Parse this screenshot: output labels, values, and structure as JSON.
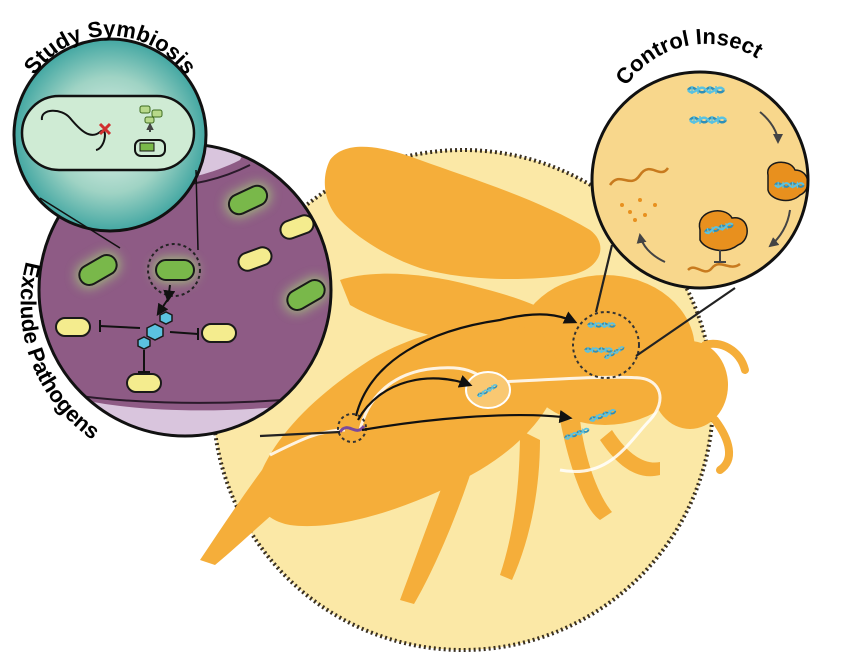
{
  "labels": {
    "study_symbiosis": "Study Symbiosis",
    "exclude_pathogens": "Exclude Pathogens",
    "control_insect": "Control Insect"
  },
  "colors": {
    "bee_body": "#F5AE3A",
    "bee_shadow": "#E89E2A",
    "background_disc": "#FBE8A6",
    "symbiosis_bg": "#2C9C9A",
    "gut_panel": "#8E5B85",
    "gut_panel_light": "#D9C5DD",
    "control_panel": "#F8D78C",
    "bacteria_green": "#79B84A",
    "bacteria_yellow": "#F4EC8E",
    "dna_blue": "#5BC2E0",
    "ribosome_orange": "#E8901E",
    "knockout_red": "#D03030"
  },
  "icons": [
    "bee-silhouette",
    "dna-helix-icon",
    "bacterium-icon",
    "ribosome-icon",
    "plasmid-icon",
    "inhibition-arrow-icon",
    "cycle-arrow-icon"
  ]
}
